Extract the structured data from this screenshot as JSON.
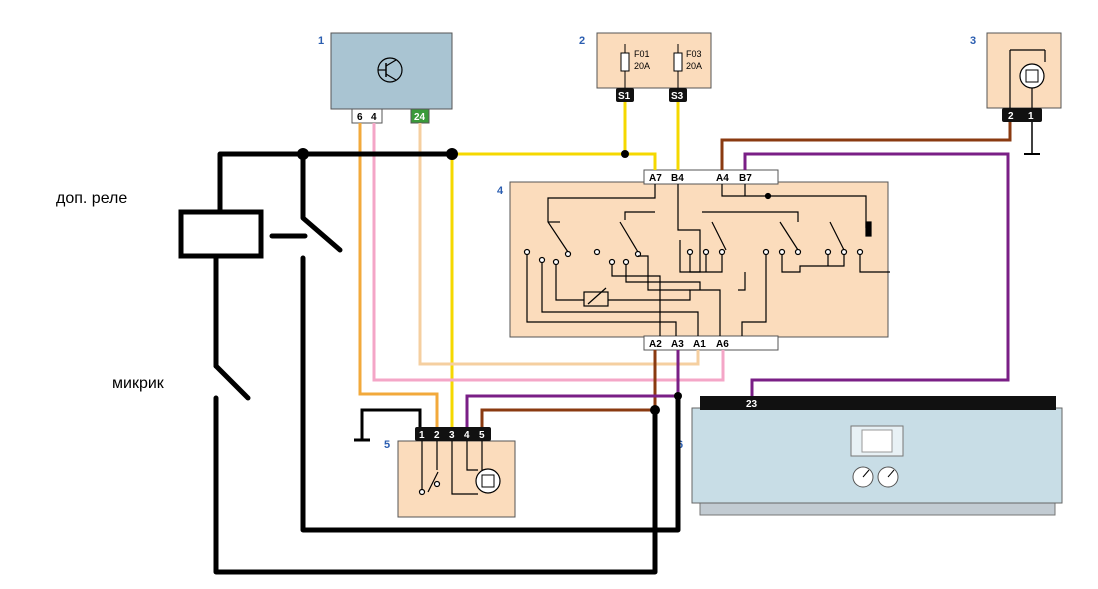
{
  "labels": {
    "relay_label": "доп. реле",
    "microswitch_label": "микрик"
  },
  "components": {
    "c1": {
      "number": "1",
      "pins": [
        "6",
        "4",
        "24"
      ]
    },
    "c2": {
      "number": "2",
      "fuses": [
        {
          "name": "F01",
          "rating": "20A",
          "connector": "S1"
        },
        {
          "name": "F03",
          "rating": "20A",
          "connector": "S3"
        }
      ]
    },
    "c3": {
      "number": "3",
      "pins": [
        "2",
        "1"
      ]
    },
    "c4": {
      "number": "4",
      "top_pins": [
        "A7",
        "B4",
        "A4",
        "B7"
      ],
      "bottom_pins": [
        "A2",
        "A3",
        "A1",
        "A6"
      ]
    },
    "c5": {
      "number": "5",
      "pins": [
        "1",
        "2",
        "3",
        "4",
        "5"
      ]
    },
    "c6": {
      "number": "6",
      "pins": [
        "23"
      ]
    }
  },
  "colors": {
    "panel_blue": "#a9c4d2",
    "panel_peach": "#fbdcbc",
    "wire_black": "#000000",
    "wire_yellow": "#f5d800",
    "wire_orange": "#f2a93b",
    "wire_pink": "#f4a6c7",
    "wire_beige": "#f5cfa0",
    "wire_brown": "#8a3a10",
    "wire_purple": "#7a1f86",
    "label_blue": "#2a5db0"
  }
}
